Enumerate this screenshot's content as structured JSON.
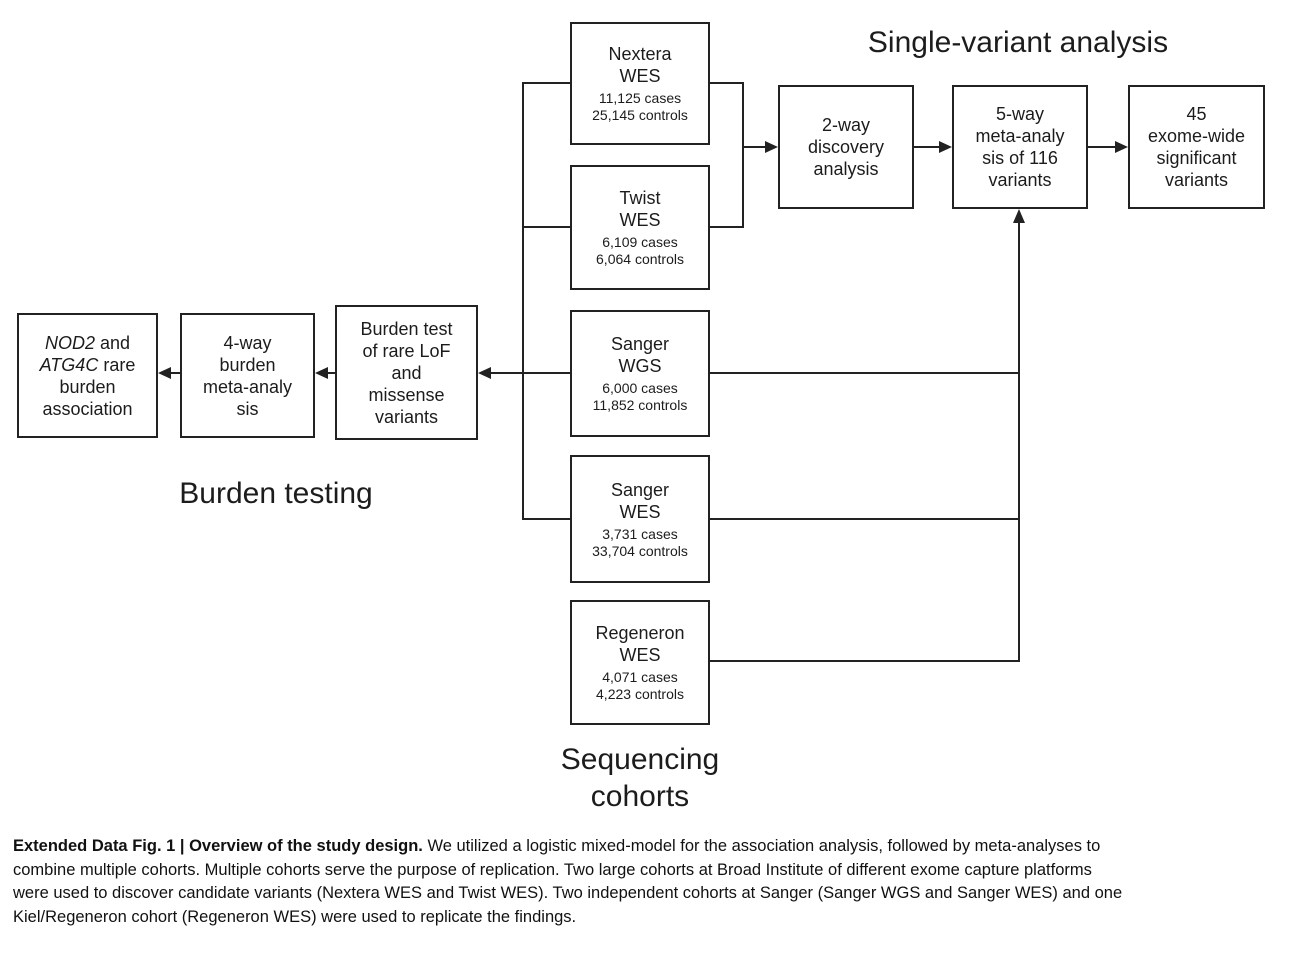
{
  "colors": {
    "background": "#ffffff",
    "line_and_text": "#222222"
  },
  "diagram": {
    "section_labels": {
      "single_variant": "Single-variant analysis",
      "burden_testing": "Burden testing",
      "sequencing_cohorts": "Sequencing\ncohorts"
    },
    "cohorts": [
      {
        "name": "Nextera\nWES",
        "stats": "11,125 cases\n25,145 controls"
      },
      {
        "name": "Twist\nWES",
        "stats": "6,109 cases\n6,064 controls"
      },
      {
        "name": "Sanger\nWGS",
        "stats": "6,000 cases\n11,852 controls"
      },
      {
        "name": "Sanger\nWES",
        "stats": "3,731 cases\n33,704 controls"
      },
      {
        "name": "Regeneron\nWES",
        "stats": "4,071 cases\n4,223 controls"
      }
    ],
    "single_variant_flow": [
      {
        "label": "2-way\ndiscovery\nanalysis"
      },
      {
        "label": "5-way\nmeta-analy\nsis of 116\nvariants"
      },
      {
        "label": "45\nexome-wide\nsignificant\nvariants"
      }
    ],
    "burden_flow": {
      "burden_test": "Burden test\nof rare LoF\nand\nmissense\nvariants",
      "meta": "4-way\nburden\nmeta-analy\nsis",
      "result_gene1": "NOD2",
      "result_mid": " and\n",
      "result_gene2": "ATG4C",
      "result_rest": " rare\nburden\nassociation"
    }
  },
  "caption": {
    "bold": "Extended Data Fig. 1 | Overview of the study design.",
    "body": " We utilized a logistic mixed-model for the association analysis, followed by meta-analyses to\ncombine multiple cohorts. Multiple cohorts serve the purpose of replication. Two large cohorts at Broad Institute of different exome capture platforms\nwere used to discover candidate variants (Nextera WES and Twist WES). Two independent cohorts at Sanger (Sanger WGS and Sanger WES) and one\nKiel/Regeneron cohort (Regeneron WES) were used to replicate the findings."
  }
}
